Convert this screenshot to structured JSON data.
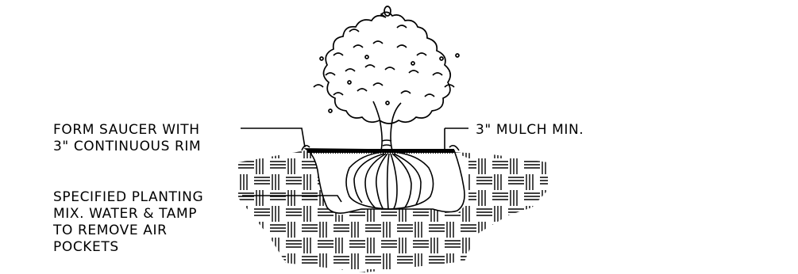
{
  "labels": {
    "saucer": [
      "FORM SAUCER WITH",
      "3\" CONTINUOUS RIM"
    ],
    "mulch": "3\" MULCH MIN.",
    "mix": [
      "SPECIFIED PLANTING",
      "MIX.  WATER & TAMP",
      "TO REMOVE AIR",
      "POCKETS"
    ]
  },
  "colors": {
    "ink": "#000000",
    "background": "#ffffff"
  }
}
